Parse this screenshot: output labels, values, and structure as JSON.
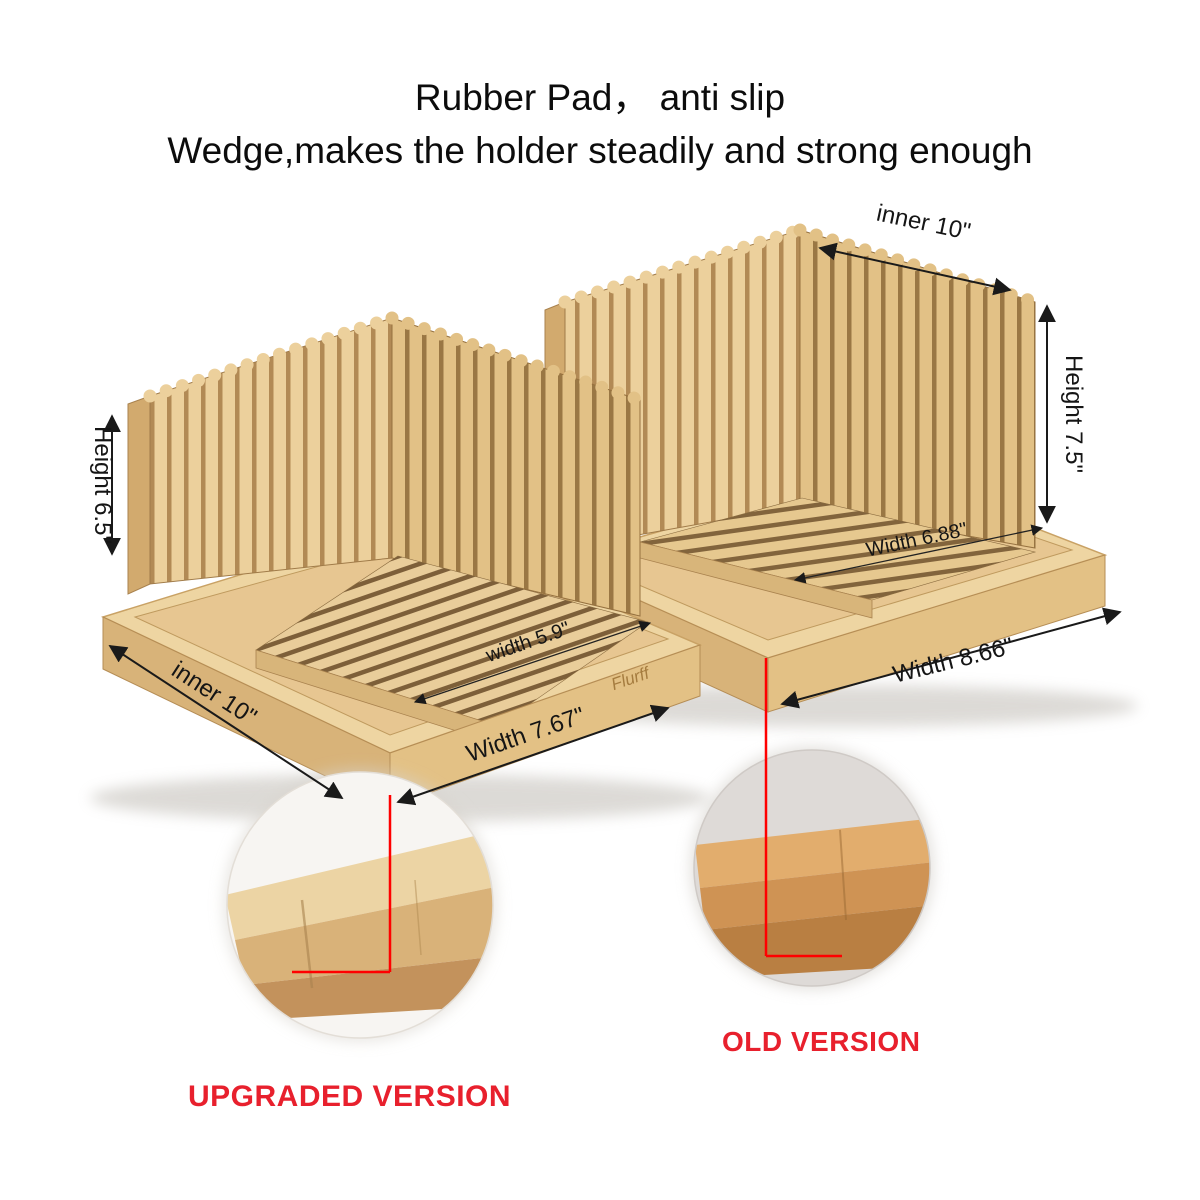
{
  "title": {
    "line1": "Rubber Pad， anti slip",
    "line2": "Wedge,makes the holder steadily and strong enough"
  },
  "annotations": {
    "left_slicer": {
      "height": "Height 6.5\"",
      "inner": "inner 10\"",
      "tray_width": "width 5.9\"",
      "base_width": "Width 7.67\"",
      "brand": "Flurff"
    },
    "right_slicer": {
      "inner": "inner 10\"",
      "height": "Height 7.5\"",
      "tray_width": "Width 6.88\"",
      "base_width": "Width 8.66\""
    }
  },
  "labels": {
    "upgraded": "UPGRADED VERSION",
    "old": "OLD VERSION"
  },
  "colors": {
    "annotation_red": "#ff0000",
    "version_text_red": "#e8202d",
    "dimension_text": "#151515",
    "bamboo_light": "#ecd09c",
    "bamboo_mid": "#d8b379",
    "bamboo_dark": "#b28a55"
  }
}
